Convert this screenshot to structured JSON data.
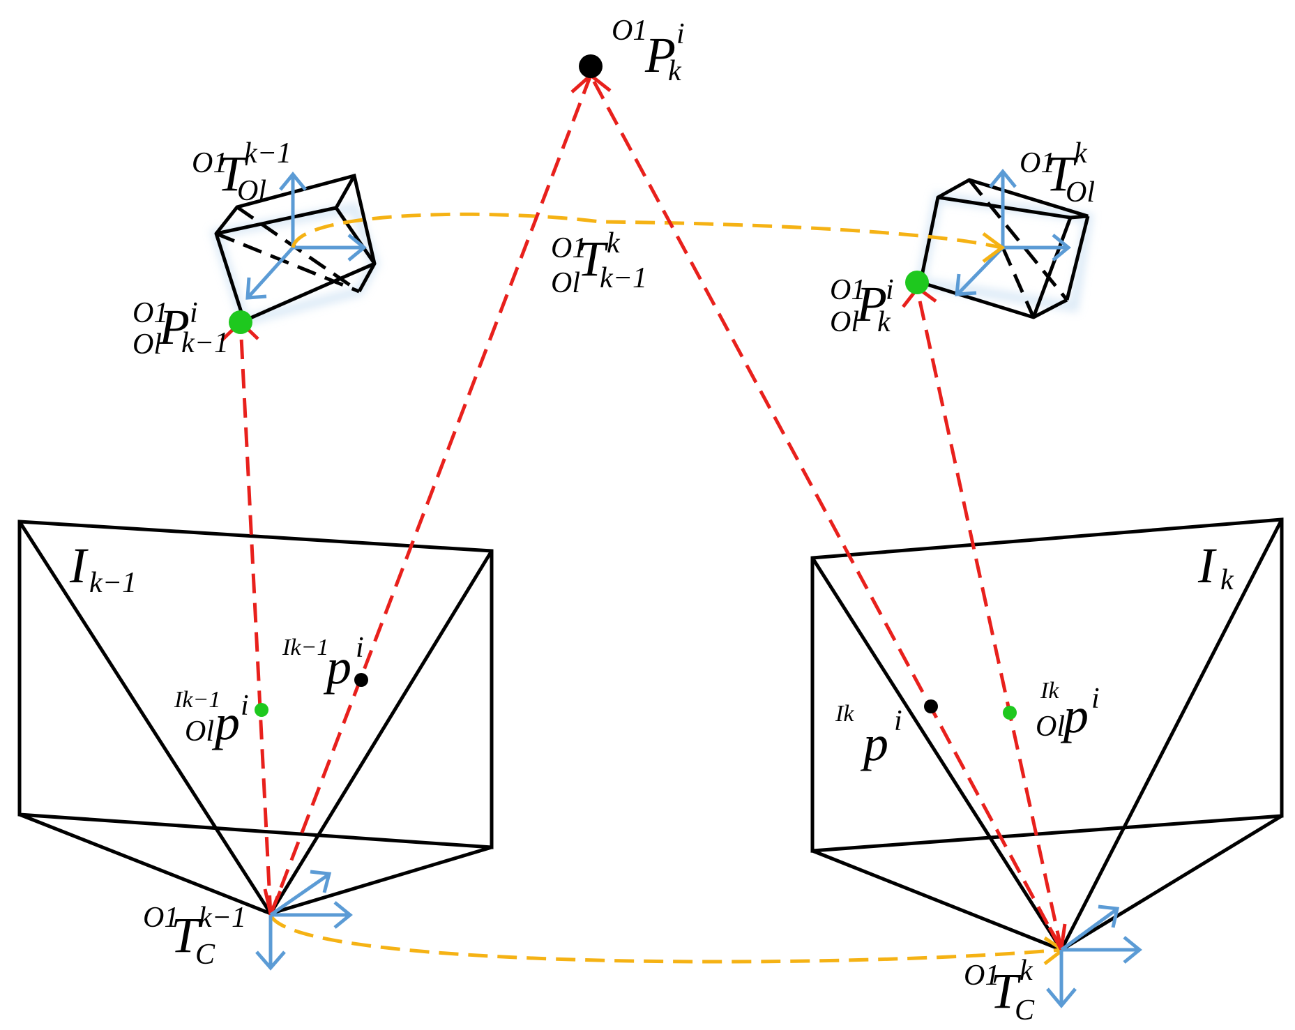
{
  "colors": {
    "outline": "#000000",
    "projection_ray": "#e8201c",
    "transform_path": "#f5b214",
    "axis": "#5b9bd5",
    "point_3d": "#000000",
    "point_lidar": "#1ec81e"
  },
  "labels": {
    "world_point": {
      "pre_sup": "O1",
      "main": "P",
      "sup": "i",
      "sub": "k"
    },
    "lidar_prev_pose": {
      "pre_sup": "O1",
      "main": "T",
      "sup": "k−1",
      "sub": "Ol"
    },
    "lidar_curr_pose": {
      "pre_sup": "O1",
      "main": "T",
      "sup": "k",
      "sub": "Ol"
    },
    "lidar_relative_pose": {
      "pre_sup": "O1",
      "pre_sub": "Ol",
      "main": "T",
      "sup": "k",
      "sub": "k−1"
    },
    "lidar_point_prev": {
      "pre_sup": "O1",
      "pre_sub": "Ol",
      "main": "P",
      "sup": "i",
      "sub": "k−1"
    },
    "lidar_point_curr": {
      "pre_sup": "O1",
      "pre_sub": "Ol",
      "main": "P",
      "sup": "i",
      "sub": "k"
    },
    "image_prev": {
      "main": "I",
      "sub": "k−1"
    },
    "image_curr": {
      "main": "I",
      "sub": "k"
    },
    "pixel_prev": {
      "pre_sup": "Ik−1",
      "main": "p",
      "sup": "i"
    },
    "pixel_prev_lidar": {
      "pre_sup": "Ik−1",
      "pre_sub": "Ol",
      "main": "p",
      "sup": "i"
    },
    "pixel_curr": {
      "pre_sup": "Ik",
      "main": "p",
      "sup": "i"
    },
    "pixel_curr_lidar": {
      "pre_sup": "Ik",
      "pre_sub": "Ol",
      "main": "p",
      "sup": "i"
    },
    "camera_prev_pose": {
      "pre_sup": "O1",
      "main": "T",
      "sup": "k−1",
      "sub": "C"
    },
    "camera_curr_pose": {
      "pre_sup": "O1",
      "main": "T",
      "sup": "k",
      "sub": "C"
    }
  }
}
